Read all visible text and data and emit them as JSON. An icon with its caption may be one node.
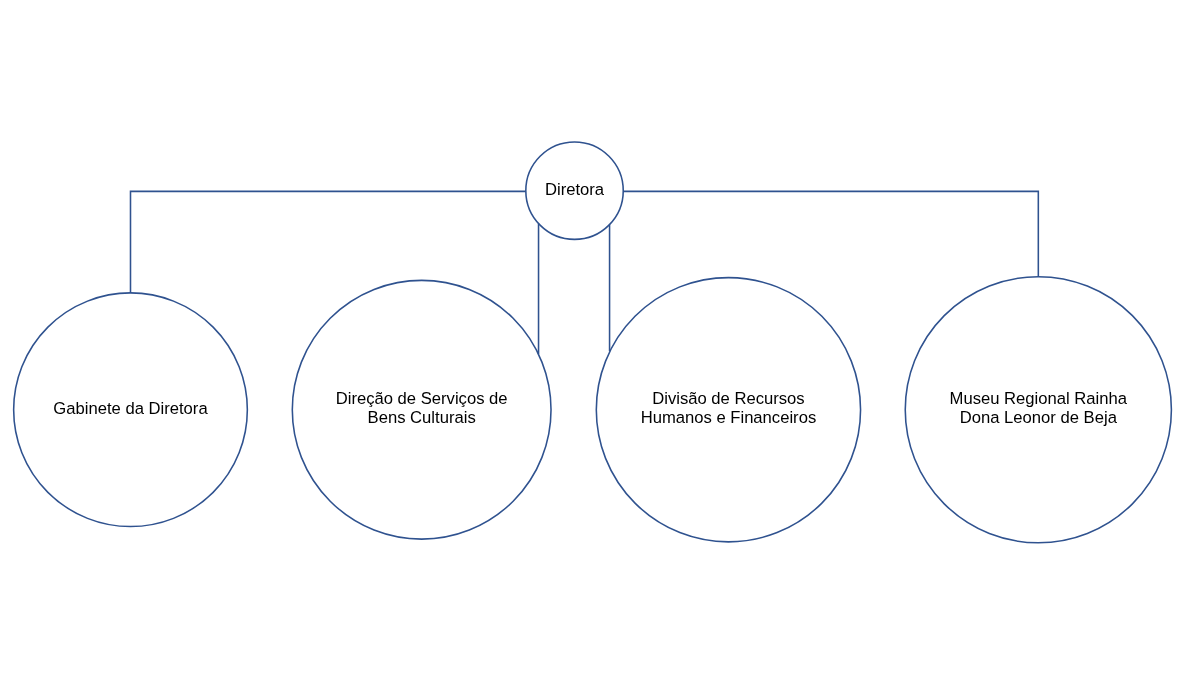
{
  "diagram": {
    "nodes": [
      {
        "text": [
          "Diretora"
        ]
      },
      {
        "text": [
          "Gabinete da Diretora"
        ]
      },
      {
        "text": [
          "Direção de Serviços de Bens Culturais"
        ]
      },
      {
        "text": [
          "Divisão de Recursos Humanos e Financeiros"
        ]
      },
      {
        "text": [
          "Museu Regional Rainha Dona Leonor de Beja"
        ]
      }
    ],
    "edges": [
      {
        "from": 0,
        "to": 1,
        "arrow": "none"
      },
      {
        "from": 0,
        "to": 2,
        "arrow": "none"
      },
      {
        "from": 0,
        "to": 3,
        "arrow": "none"
      },
      {
        "from": 0,
        "to": 4,
        "arrow": "none"
      }
    ]
  }
}
